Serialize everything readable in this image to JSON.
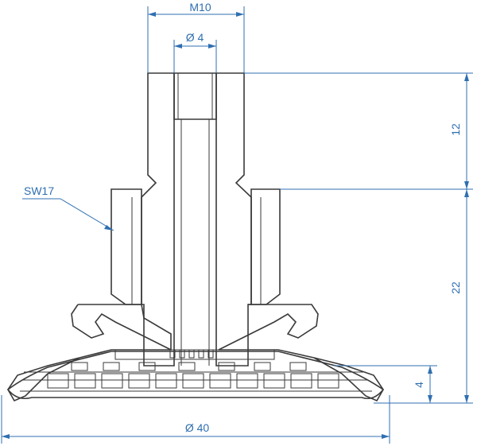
{
  "drawing": {
    "dimensions": {
      "thread": "M10",
      "bore": "Ø 4",
      "upper_height": "12",
      "lower_height": "22",
      "lip_height": "4",
      "diameter": "Ø 40"
    },
    "labels": {
      "wrench_size": "SW17"
    },
    "colors": {
      "dimension": "#2f6fb0",
      "outline": "#3a3a3a"
    }
  }
}
